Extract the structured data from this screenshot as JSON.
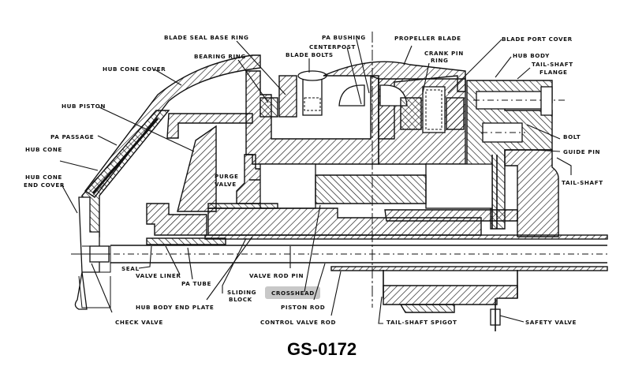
{
  "drawing_number": "GS-0172",
  "labels": {
    "blade_seal_base_ring": "BLADE SEAL BASE RING",
    "pa_bushing": "PA BUSHING",
    "centerpost": "CENTERPOST",
    "blade_bolts": "BLADE BOLTS",
    "bearing_ring": "BEARING RING",
    "propeller_blade": "PROPELLER BLADE",
    "blade_port_cover": "BLADE PORT COVER",
    "crank_pin_ring_1": "CRANK PIN",
    "crank_pin_ring_2": "RING",
    "hub_body": "HUB BODY",
    "tail_shaft_flange_1": "TAIL-SHAFT",
    "tail_shaft_flange_2": "FLANGE",
    "hub_cone_cover": "HUB CONE COVER",
    "hub_piston": "HUB PISTON",
    "pa_passage": "PA PASSAGE",
    "hub_cone": "HUB CONE",
    "hub_cone_end_cover_1": "HUB CONE",
    "hub_cone_end_cover_2": "END COVER",
    "purge_valve_1": "PURGE",
    "purge_valve_2": "VALVE",
    "bolt": "BOLT",
    "guide_pin": "GUIDE PIN",
    "tail_shaft": "TAIL-SHAFT",
    "seal": "SEAL",
    "valve_liner": "VALVE LINER",
    "pa_tube": "PA TUBE",
    "hub_body_end_plate": "HUB BODY END PLATE",
    "sliding_block_1": "SLIDING",
    "sliding_block_2": "BLOCK",
    "valve_rod_pin": "VALVE ROD PIN",
    "crosshead": "CROSSHEAD",
    "piston_rod": "PISTON ROD",
    "check_valve": "CHECK VALVE",
    "control_valve_rod": "CONTROL VALVE ROD",
    "tail_shaft_spigot": "TAIL-SHAFT SPIGOT",
    "safety_valve": "SAFETY VALVE"
  },
  "colors": {
    "ink": "#111111",
    "paper": "#ffffff",
    "crosshead_highlight": "#c8c8c8"
  }
}
